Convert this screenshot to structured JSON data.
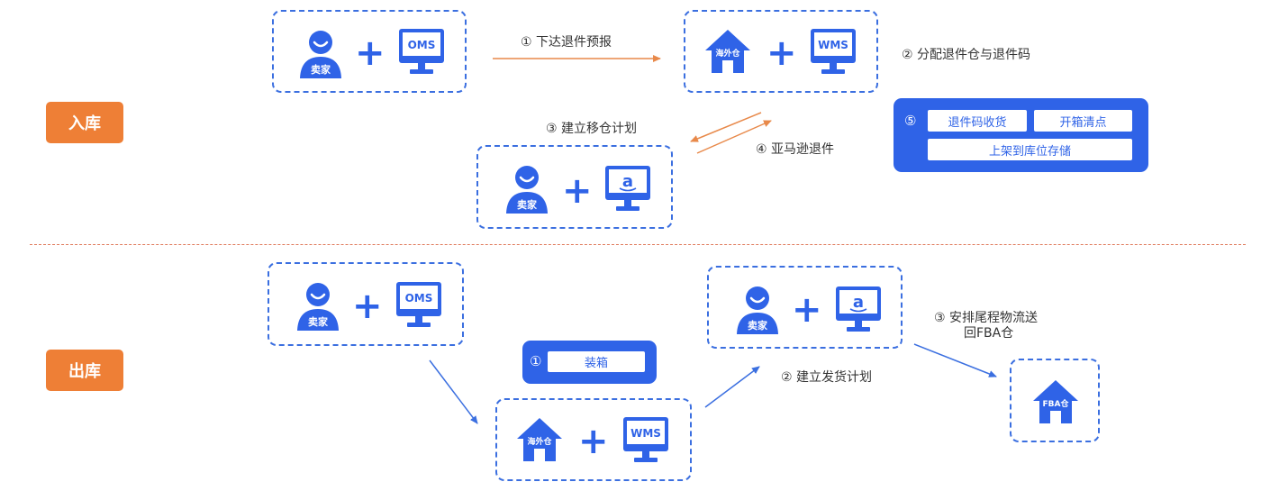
{
  "sections": {
    "inbound": {
      "label": "入库"
    },
    "outbound": {
      "label": "出库"
    }
  },
  "icons": {
    "seller": {
      "name": "person-icon",
      "text": "卖家"
    },
    "oms": {
      "name": "monitor-icon",
      "text": "OMS"
    },
    "wms": {
      "name": "monitor-icon",
      "text": "WMS"
    },
    "amazon": {
      "name": "amazon-monitor-icon",
      "text": "a"
    },
    "overseas_warehouse": {
      "name": "house-icon",
      "text": "海外仓"
    },
    "fba_warehouse": {
      "name": "house-icon",
      "text": "FBA仓"
    }
  },
  "plus_sign": "+",
  "inbound": {
    "step1": "① 下达退件预报",
    "step2": "② 分配退件仓与退件码",
    "step3": "③ 建立移仓计划",
    "step4": "④ 亚马逊退件",
    "panel": {
      "number": "⑤",
      "buttons": [
        "退件码收货",
        "开箱清点",
        "上架到库位存储"
      ]
    }
  },
  "outbound": {
    "panel": {
      "number": "①",
      "button": "装箱"
    },
    "step2": "② 建立发货计划",
    "step3_line1": "③ 安排尾程物流送",
    "step3_line2": "回FBA仓"
  },
  "colors": {
    "primary_blue": "#2f63e7",
    "arrow_blue": "#3b6fe0",
    "orange": "#ee7f36",
    "divider": "#e07a5c"
  }
}
